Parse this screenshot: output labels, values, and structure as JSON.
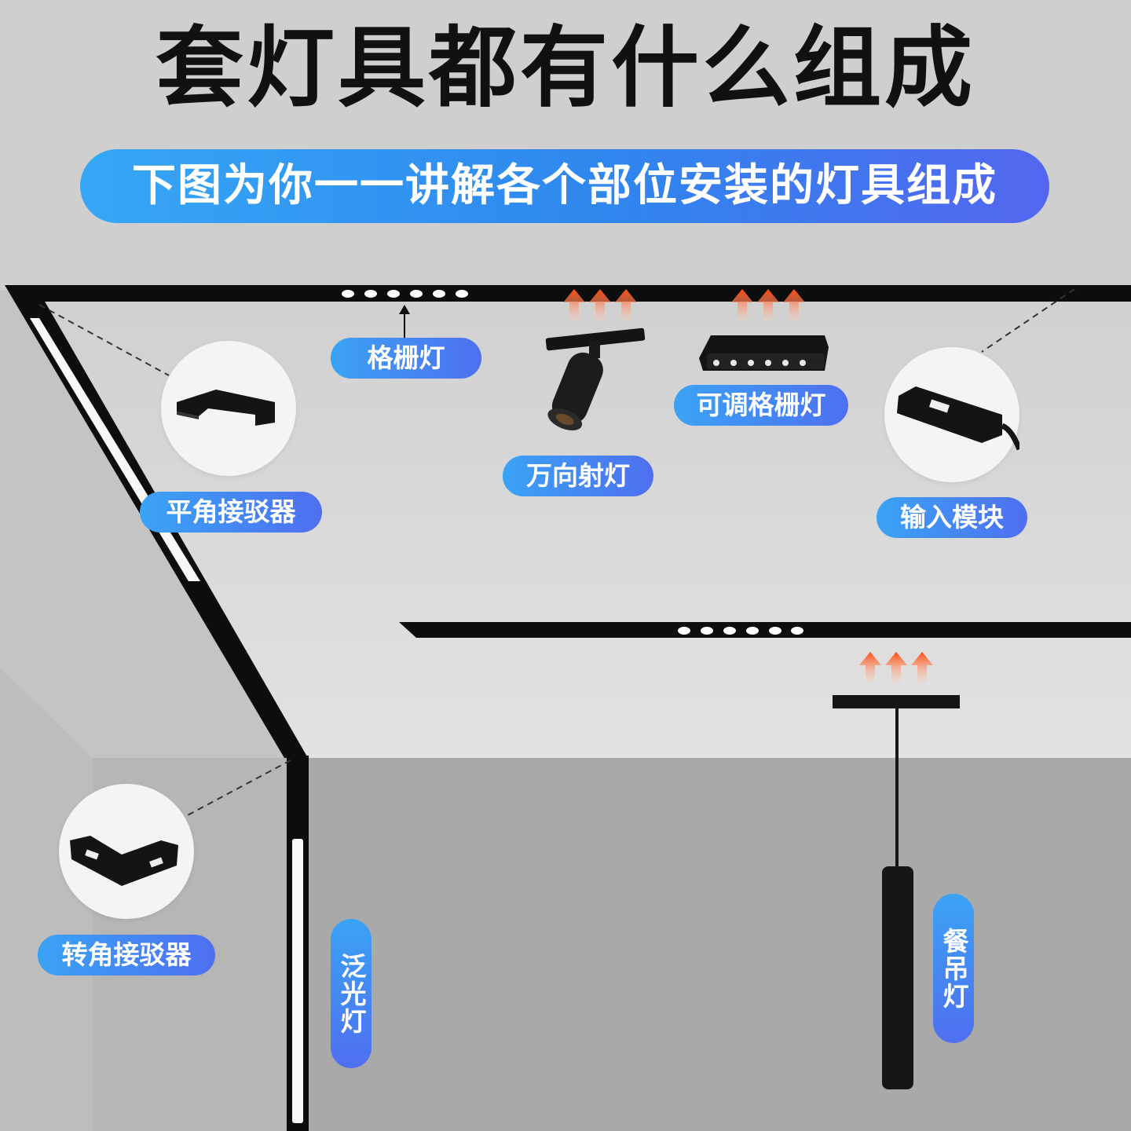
{
  "title": "套灯具都有什么组成",
  "banner": "下图为你一一讲解各个部位安装的灯具组成",
  "components": {
    "grille_light": "格栅灯",
    "spotlight": "万向射灯",
    "adjustable_grille_light": "可调格栅灯",
    "flat_connector": "平角接驳器",
    "input_module": "输入模块",
    "corner_connector": "转角接驳器",
    "flood_light": "泛光灯",
    "pendant_light": "餐吊灯"
  },
  "colors": {
    "accent_start": "#3aa3f5",
    "accent_end": "#4f6ff0",
    "arrow": "#ff5a1f",
    "track": "#0d0d0d"
  }
}
